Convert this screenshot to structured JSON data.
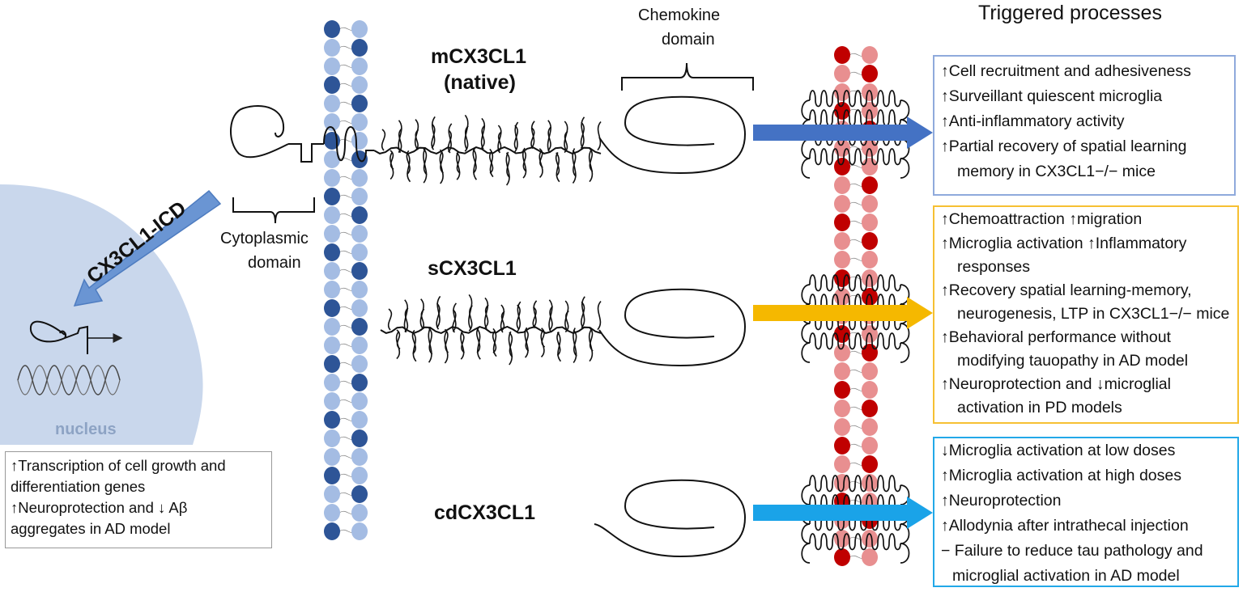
{
  "labels": {
    "triggered_processes": "Triggered processes",
    "chemokine_domain_line1": "Chemokine",
    "chemokine_domain_line2": "domain",
    "mcx3cl1_line1": "mCX3CL1",
    "mcx3cl1_line2": "(native)",
    "scx3cl1": "sCX3CL1",
    "cdcx3cl1": "cdCX3CL1",
    "cytoplasmic_domain_line1": "Cytoplasmic",
    "cytoplasmic_domain_line2": "domain",
    "cx3cl1_icd": "CX3CL1-ICD",
    "nucleus": "nucleus"
  },
  "colors": {
    "membrane_dark": "#2e5597",
    "membrane_light": "#a4bce3",
    "cell_membrane_dark": "#c00000",
    "cell_membrane_light": "#e88f90",
    "nucleus_fill": "#c9d7ec",
    "icd_arrow": "#6a95d3",
    "arrow_m": "#4472c4",
    "arrow_s": "#f5b800",
    "arrow_cd": "#1aa3e8",
    "box_m_border": "#8faadc",
    "box_s_border": "#f6c033",
    "box_cd_border": "#22a8e8"
  },
  "boxes": {
    "native": {
      "lines": [
        "↑Cell recruitment and adhesiveness",
        "↑Surveillant quiescent microglia",
        "↑Anti-inflammatory activity",
        "↑Partial recovery of spatial learning",
        "memory in CX3CL1−/− mice"
      ]
    },
    "soluble": {
      "lines": [
        "↑Chemoattraction ↑migration",
        "↑Microglia activation ↑Inflammatory",
        "responses",
        "↑Recovery spatial learning-memory,",
        "neurogenesis, LTP in CX3CL1−/− mice",
        "↑Behavioral performance without",
        "modifying tauopathy in AD model",
        "↑Neuroprotection and ↓microglial",
        "activation in PD models"
      ]
    },
    "cd": {
      "lines": [
        "↓Microglia activation at low doses",
        "↑Microglia activation at high doses",
        "↑Neuroprotection",
        "↑Allodynia after intrathecal injection",
        "− Failure to reduce tau pathology and",
        "microglial activation in AD model"
      ]
    },
    "nucleus": {
      "lines": [
        "↑Transcription of cell growth and",
        "differentiation genes",
        "↑Neuroprotection and ↓ Aβ",
        "aggregates in AD model"
      ]
    }
  }
}
